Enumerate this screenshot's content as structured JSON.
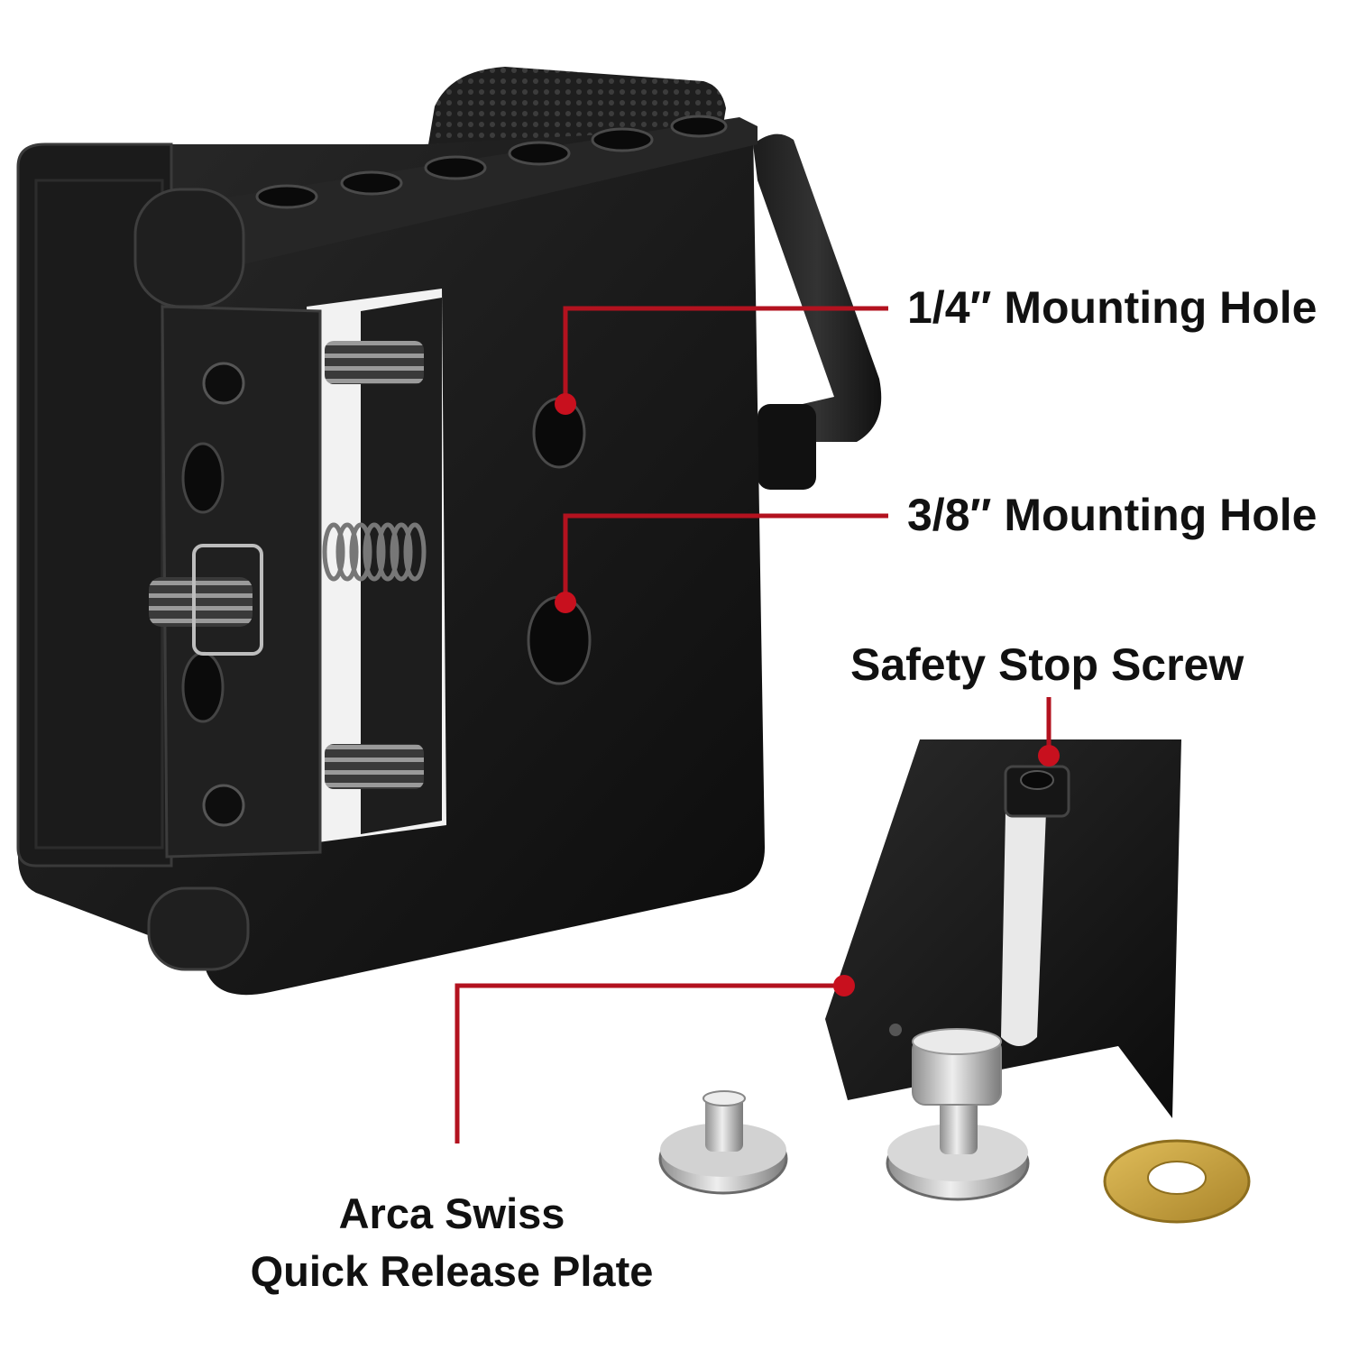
{
  "callouts": {
    "quarter_hole": "1/4″ Mounting Hole",
    "three_eighths_hole": "3/8″ Mounting Hole",
    "safety_stop": "Safety Stop Screw",
    "arca_line1": "Arca Swiss",
    "arca_line2": "Quick Release Plate"
  },
  "colors": {
    "callout_line": "#b3121f",
    "callout_dot": "#c8101e",
    "metal_black": "#151515",
    "brass": "#c9a23a",
    "steel": "#c8c8c8"
  },
  "icons": {
    "clamp": "camera-clamp-image",
    "plate": "quick-release-plate-image",
    "screws": "mounting-screw-image",
    "washer": "washer-image"
  }
}
